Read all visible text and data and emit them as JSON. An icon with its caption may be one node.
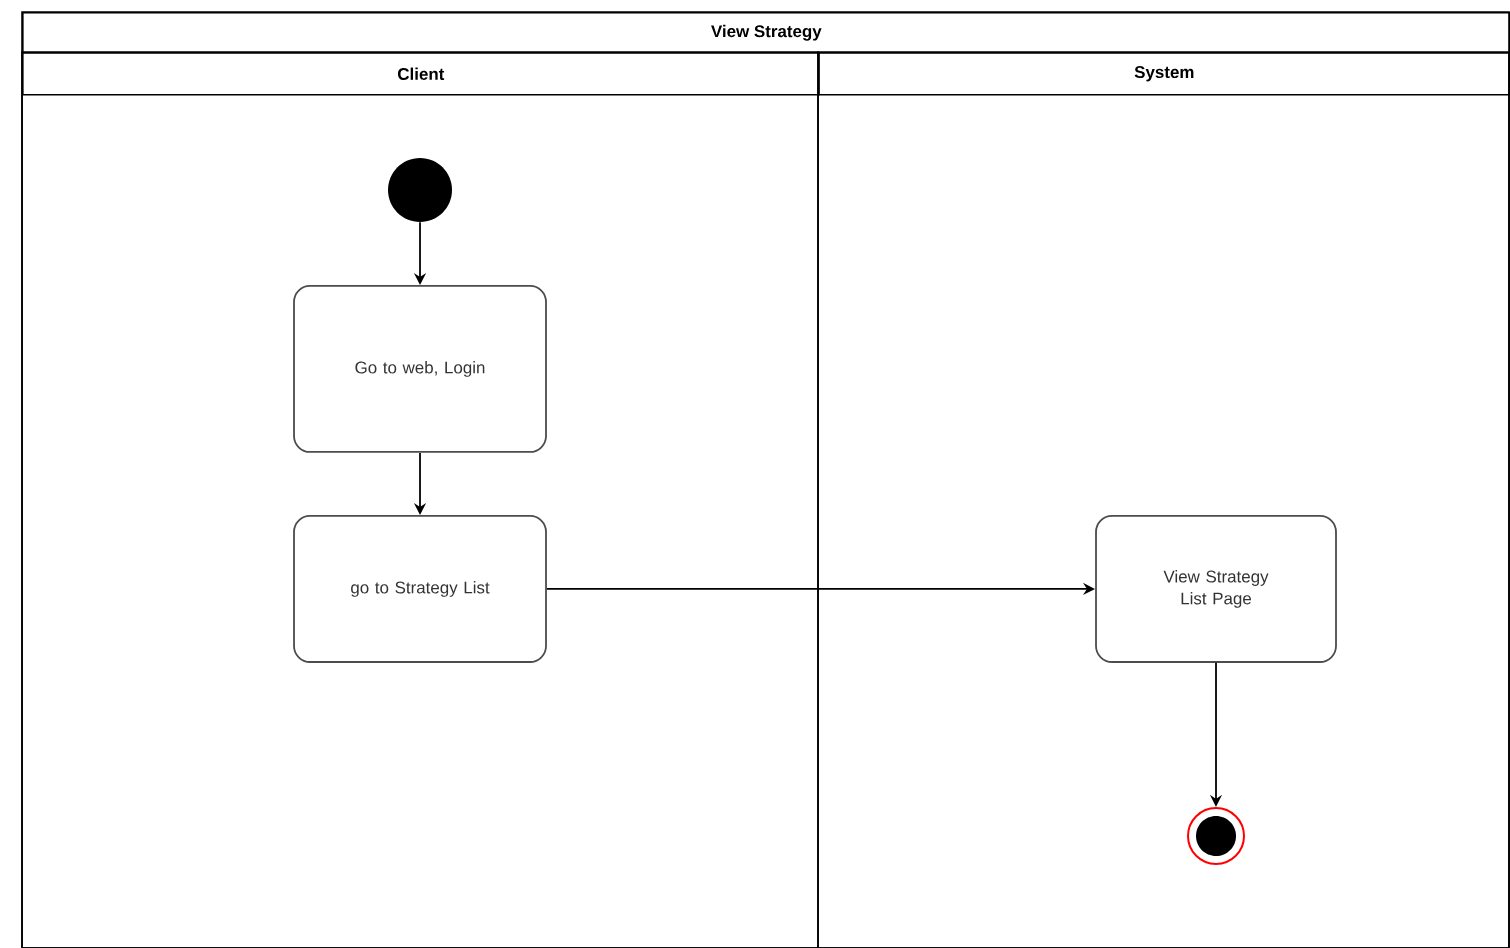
{
  "diagram": {
    "nodes": [
      {
        "text": [
          "View Strategy"
        ]
      },
      {
        "text": [
          "Client"
        ],
        "in": 0
      },
      {
        "text": [
          "System"
        ],
        "in": 0
      },
      {
        "text": [],
        "shape": "circle",
        "in": 1
      },
      {
        "text": [
          "Go to web, Login"
        ],
        "in": 1
      },
      {
        "text": [
          "go to Strategy List"
        ],
        "in": 1
      },
      {
        "text": [
          "View Strategy List Page"
        ],
        "in": 2
      },
      {
        "text": [],
        "shape": "circle",
        "in": 2
      }
    ],
    "edges": [
      {
        "from": 3,
        "to": 4,
        "arrow": "to"
      },
      {
        "from": 4,
        "to": 5,
        "arrow": "to"
      },
      {
        "from": 5,
        "to": 6,
        "arrow": "to"
      },
      {
        "from": 6,
        "to": 7,
        "arrow": "to"
      }
    ]
  }
}
